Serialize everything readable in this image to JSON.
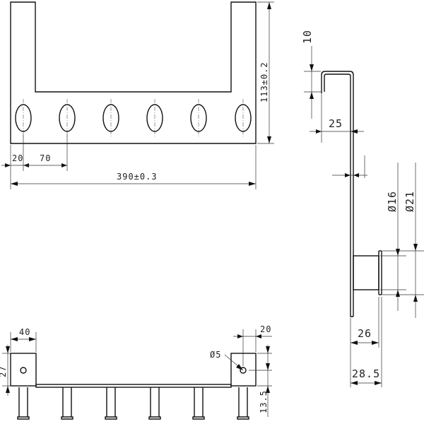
{
  "dimensions": {
    "front_height": "113±0.2",
    "front_hole_offset": "20",
    "front_hole_pitch": "70",
    "front_width": "390±0.3",
    "side_lip": "10",
    "side_depth": "25",
    "side_dia_inner": "Ø16",
    "side_dia_outer": "Ø21",
    "side_hook_len": "26",
    "side_total_len": "28.5",
    "bottom_end_width": "40",
    "bottom_end_right": "20",
    "bottom_hole_dia": "Ø5",
    "bottom_height": "27",
    "bottom_offset": "13.5"
  }
}
